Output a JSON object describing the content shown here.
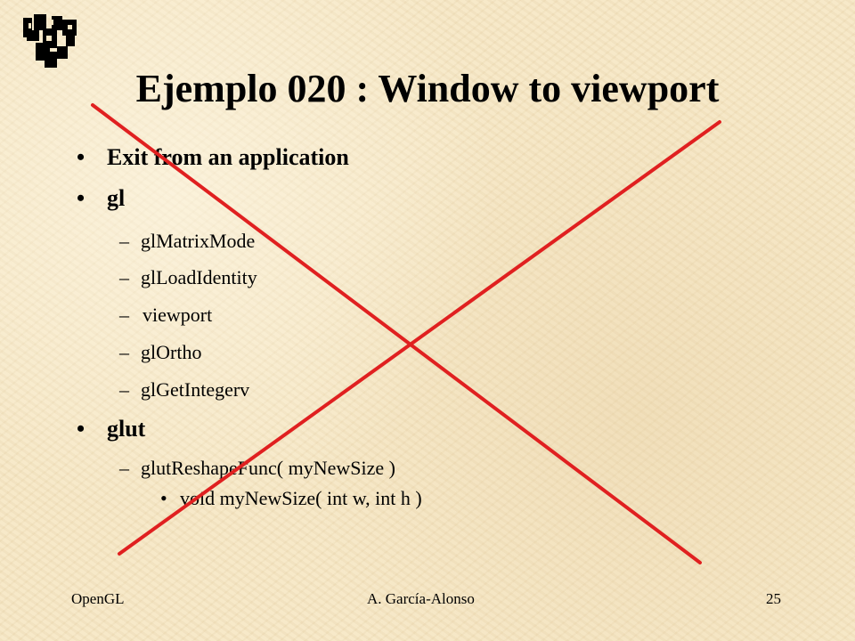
{
  "title": "Ejemplo 020 : Window to viewport",
  "bullets": {
    "exit": "Exit from an application",
    "gl": "gl",
    "gl_items": [
      "glMatrixMode",
      "glLoadIdentity",
      "viewport",
      "glOrtho",
      "glGetIntegerv"
    ],
    "glut": "glut",
    "glut_item": "glutReshapeFunc( myNewSize )",
    "glut_subitem": "void myNewSize( int w, int h )"
  },
  "markers": {
    "level1": "•",
    "level2": "–",
    "level3": "•"
  },
  "footer": {
    "left": "OpenGL",
    "center": "A. García-Alonso",
    "right": "25"
  },
  "colors": {
    "background": "#f5e6c4",
    "cross": "#e02020",
    "text": "#000000"
  },
  "icons": {
    "logo": "university-logo",
    "overlay": "red-cross-out"
  }
}
